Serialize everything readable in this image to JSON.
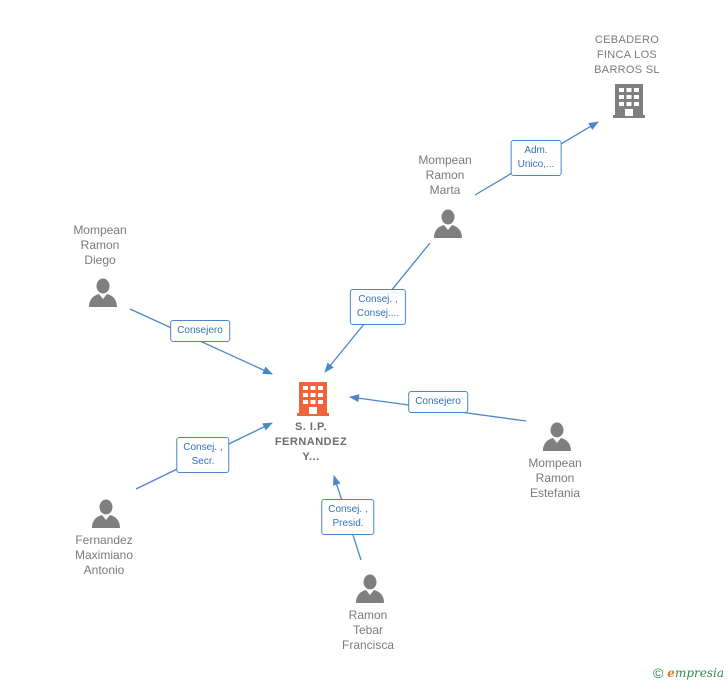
{
  "nodes": {
    "center": {
      "label": "S. I.P.\nFERNANDEZ\nY..."
    },
    "cebadero": {
      "label": "CEBADERO\nFINCA LOS\nBARROS  SL"
    },
    "marta": {
      "label": "Mompean\nRamon\nMarta"
    },
    "diego": {
      "label": "Mompean\nRamon\nDiego"
    },
    "estefania": {
      "label": "Mompean\nRamon\nEstefania"
    },
    "fernandez": {
      "label": "Fernandez\nMaximiano\nAntonio"
    },
    "ramon": {
      "label": "Ramon\nTebar\nFrancisca"
    }
  },
  "edges": {
    "marta_cebadero": "Adm.\nUnico,...",
    "marta_center": "Consej. ,\nConsej....",
    "diego_center": "Consejero",
    "estefania_center": "Consejero",
    "fernandez_center": "Consej. ,\nSecr.",
    "ramon_center": "Consej. ,\nPresid."
  },
  "colors": {
    "edge": "#4a86c8",
    "person": "#7f7f7f",
    "center_company": "#f0643a",
    "company": "#7f7f7f"
  },
  "footer": {
    "copyright": "©",
    "brand_initial": "e",
    "brand_rest": "mpresia"
  }
}
